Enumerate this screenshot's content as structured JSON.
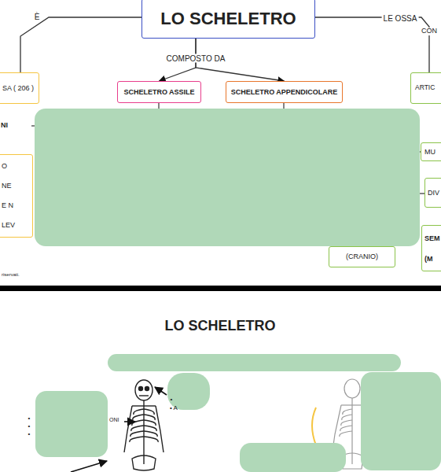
{
  "diagram": {
    "nodes": [
      {
        "text": [
          "LO SCHELETRO"
        ]
      },
      {
        "text": [
          "SCHELETRO ASSILE"
        ]
      },
      {
        "text": [
          "SCHELETRO APPENDICOLARE"
        ]
      },
      {
        "text": [
          "SA ( 206 )"
        ]
      },
      {
        "text": [
          "ARTIC"
        ]
      },
      {
        "text": [
          "O",
          "NE",
          "E N",
          "LEV"
        ]
      },
      {
        "text": [
          "MU"
        ]
      },
      {
        "text": [
          "DIV"
        ]
      },
      {
        "text": [
          "SEM",
          "(M"
        ]
      },
      {
        "text": [
          "(CRANIO)"
        ]
      }
    ],
    "edges": [
      {
        "from": 0,
        "to": 1,
        "arrow": "to"
      },
      {
        "from": 0,
        "to": 2,
        "arrow": "to"
      },
      {
        "from": 0,
        "to": 3,
        "arrow": "none",
        "label": "È"
      },
      {
        "from": 0,
        "to": 4,
        "arrow": "none",
        "label": "LE OSSA"
      }
    ],
    "labels": [
      "COMPOSTO DA",
      "CON",
      "NI",
      "riservati.",
      "LO SCHELETRO",
      "•",
      "• A",
      "•",
      "•",
      "•",
      "ONI"
    ]
  }
}
